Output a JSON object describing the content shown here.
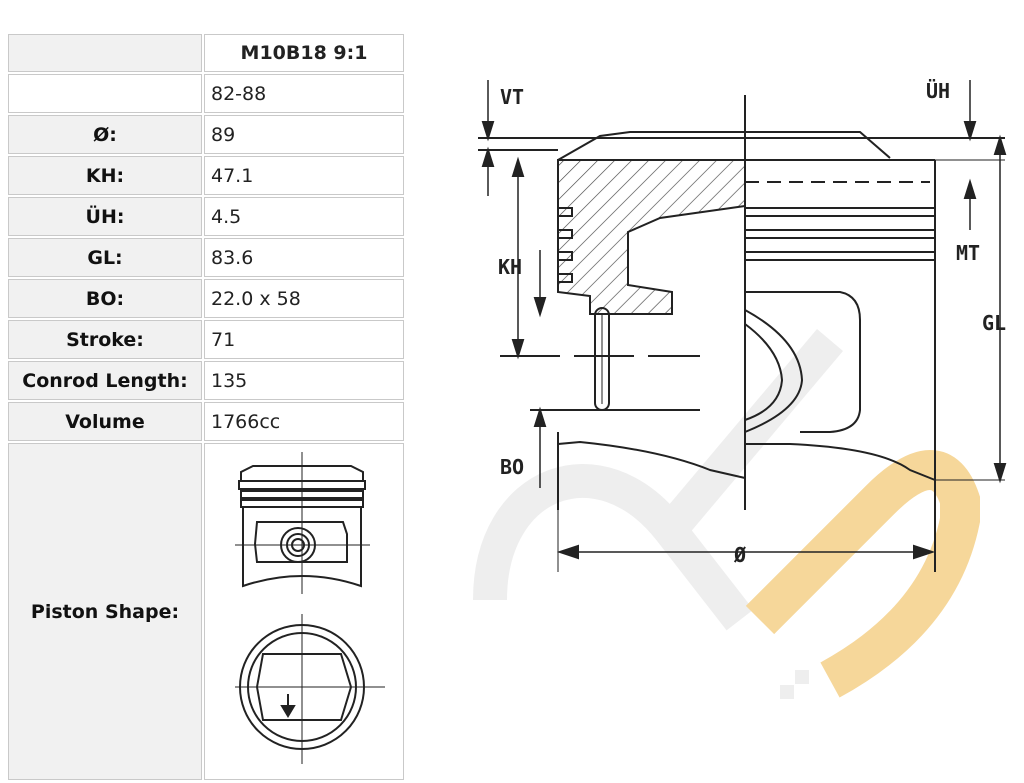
{
  "table": {
    "header_value": "M10B18 9:1",
    "range": "82-88",
    "rows": [
      {
        "key": "Ø:",
        "value": "89"
      },
      {
        "key": "KH:",
        "value": "47.1"
      },
      {
        "key": "ÜH:",
        "value": "4.5"
      },
      {
        "key": "GL:",
        "value": "83.6"
      },
      {
        "key": "BO:",
        "value": "22.0 x 58"
      },
      {
        "key": "Stroke:",
        "value": "71"
      },
      {
        "key": "Conrod Length:",
        "value": "135"
      },
      {
        "key": "Volume",
        "value": "1766cc"
      }
    ],
    "shape_label": "Piston Shape:"
  },
  "diagram": {
    "labels": {
      "vt": "VT",
      "uh": "ÜH",
      "kh": "KH",
      "mt": "MT",
      "gl": "GL",
      "bo": "BO",
      "dia": "Ø"
    }
  },
  "colors": {
    "line": "#222222",
    "watermark": "#f6d79a",
    "watermark_gray": "#eeeeee"
  }
}
